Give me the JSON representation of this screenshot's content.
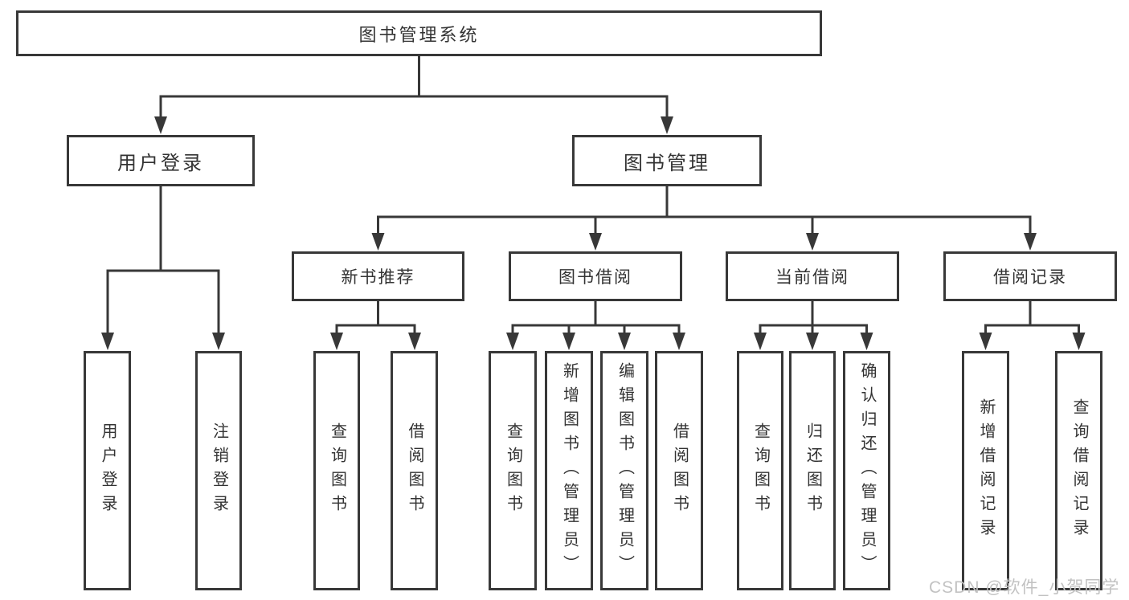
{
  "tree": {
    "label": "图书管理系统",
    "children": [
      {
        "label": "用户登录",
        "children": [
          {
            "label": "用户登录"
          },
          {
            "label": "注销登录"
          }
        ]
      },
      {
        "label": "图书管理",
        "children": [
          {
            "label": "新书推荐",
            "children": [
              {
                "label": "查询图书"
              },
              {
                "label": "借阅图书"
              }
            ]
          },
          {
            "label": "图书借阅",
            "children": [
              {
                "label": "查询图书"
              },
              {
                "label": "新增图书（管理员）"
              },
              {
                "label": "编辑图书（管理员）"
              },
              {
                "label": "借阅图书"
              }
            ]
          },
          {
            "label": "当前借阅",
            "children": [
              {
                "label": "查询图书"
              },
              {
                "label": "归还图书"
              },
              {
                "label": "确认归还（管理员）"
              }
            ]
          },
          {
            "label": "借阅记录",
            "children": [
              {
                "label": "新增借阅记录"
              },
              {
                "label": "查询借阅记录"
              }
            ]
          }
        ]
      }
    ]
  },
  "watermark": {
    "text": "CSDN @软件_小贺同学"
  },
  "colors": {
    "line": "#383838",
    "box_border": "#383838",
    "text": "#333333",
    "watermark": "#c2c2c2",
    "background": "#ffffff"
  }
}
